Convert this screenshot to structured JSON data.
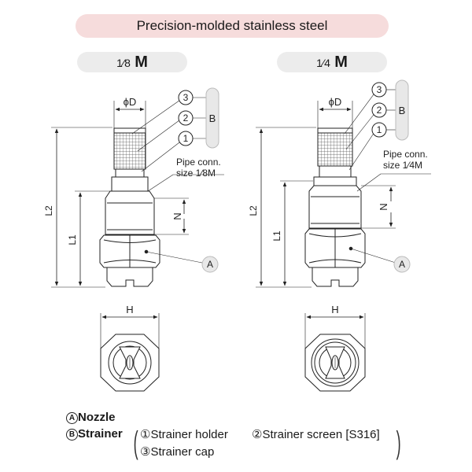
{
  "title": "Precision-molded stainless steel",
  "left": {
    "size_frac": "1⁄8",
    "size_m": "M",
    "phi_d": "ϕD",
    "callouts": [
      "3",
      "2",
      "1"
    ],
    "group_b": "B",
    "pipe_label_1": "Pipe conn.",
    "pipe_label_2": "size 1⁄8M",
    "dim_n": "N",
    "dim_l2": "L2",
    "dim_l1": "L1",
    "dim_h": "H",
    "callout_a": "A"
  },
  "right": {
    "size_frac": "1⁄4",
    "size_m": "M",
    "phi_d": "ϕD",
    "callouts": [
      "3",
      "2",
      "1"
    ],
    "group_b": "B",
    "pipe_label_1": "Pipe conn.",
    "pipe_label_2": "size 1⁄4M",
    "dim_n": "N",
    "dim_l2": "L2",
    "dim_l1": "L1",
    "dim_h": "H",
    "callout_a": "A"
  },
  "legend": {
    "a_mark": "A",
    "a_label": "Nozzle",
    "b_mark": "B",
    "b_label": "Strainer",
    "item1": "①Strainer holder",
    "item2": "②Strainer screen [S316]",
    "item3": "③Strainer cap"
  }
}
